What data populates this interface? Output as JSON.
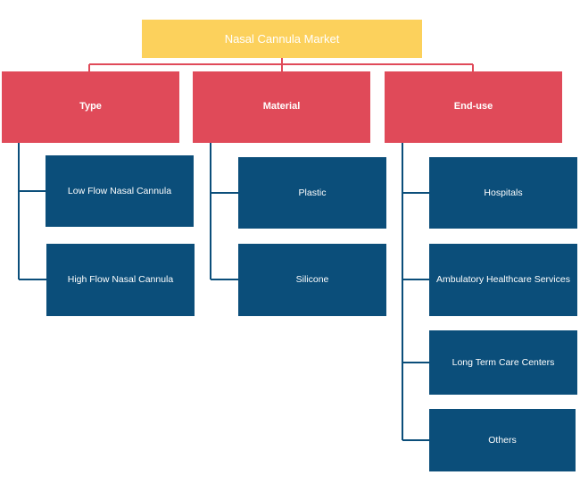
{
  "title": "Nasal Cannula Market",
  "categories": [
    {
      "label": "Type",
      "items": [
        "Low Flow Nasal Cannula",
        "High Flow Nasal Cannula"
      ]
    },
    {
      "label": "Material",
      "items": [
        "Plastic",
        "Silicone"
      ]
    },
    {
      "label": "End-use",
      "items": [
        "Hospitals",
        "Ambulatory Healthcare Services",
        "Long Term Care Centers",
        "Others"
      ]
    }
  ],
  "colors": {
    "root": "#fcd15c",
    "category": "#e04a59",
    "leaf": "#0b4e7a",
    "root_connector": "#e04a59",
    "leaf_connector": "#0b4e7a"
  }
}
